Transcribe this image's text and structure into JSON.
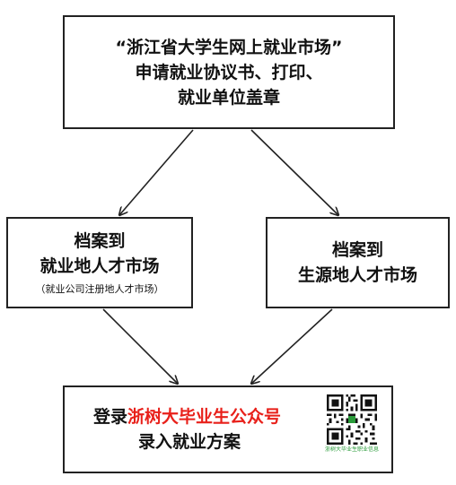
{
  "top_box": {
    "line1": "“浙江省大学生网上就业市场”",
    "line2": "申请就业协议书、打印、",
    "line3": "就业单位盖章"
  },
  "left_box": {
    "line1": "档案到",
    "line2": "就业地人才市场",
    "note": "（就业公司注册地人才市场）"
  },
  "right_box": {
    "line1": "档案到",
    "line2": "生源地人才市场"
  },
  "bottom_box": {
    "prefix": "登录",
    "highlight": "浙树大毕业生公众号",
    "line2": "录入就业方案",
    "qr_caption": "浙树大毕业生职业信息",
    "highlight_color": "#e8201a"
  }
}
